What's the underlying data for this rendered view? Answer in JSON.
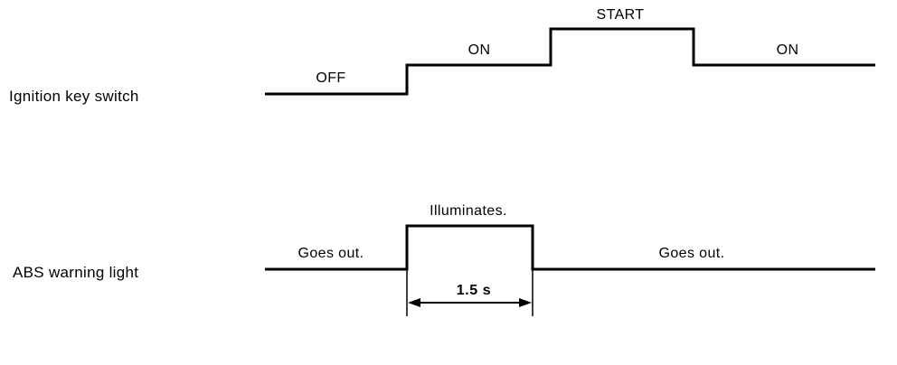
{
  "signals": {
    "ignition": {
      "name": "Ignition key switch",
      "states": {
        "off": "OFF",
        "on_first": "ON",
        "start": "START",
        "on_second": "ON"
      }
    },
    "abs_light": {
      "name": "ABS warning light",
      "states": {
        "out_before": "Goes out.",
        "illuminates": "Illuminates.",
        "out_after": "Goes out."
      },
      "duration": "1.5 s"
    }
  }
}
